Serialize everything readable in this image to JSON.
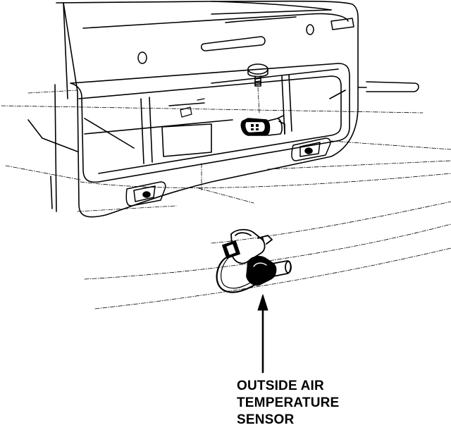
{
  "callout": {
    "line1": "OUTSIDE AIR",
    "line2": "TEMPERATURE",
    "line3": "SENSOR"
  },
  "colors": {
    "ink": "#000000",
    "paper": "#ffffff"
  }
}
